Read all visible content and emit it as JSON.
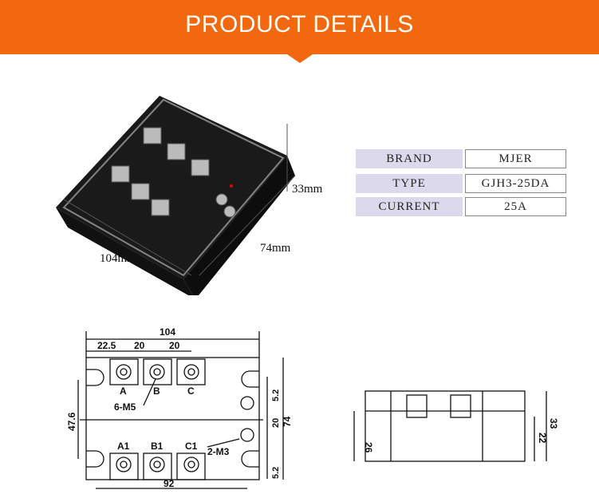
{
  "header": {
    "title": "PRODUCT  DETAILS"
  },
  "product": {
    "dimensions": {
      "height": "33mm",
      "depth": "74mm",
      "width": "104mm"
    }
  },
  "specs": [
    {
      "label": "BRAND",
      "value": "MJER"
    },
    {
      "label": "TYPE",
      "value": "GJH3-25DA"
    },
    {
      "label": "CURRENT",
      "value": "25A"
    }
  ],
  "top_drawing": {
    "overall_width": "104",
    "offset_a": "22.5",
    "pitch_ab": "20",
    "pitch_bc": "20",
    "terminals_top": [
      "A",
      "B",
      "C"
    ],
    "terminals_bottom": [
      "A1",
      "B1",
      "C1"
    ],
    "screw_main": "6-M5",
    "screw_control": "2-M3",
    "mount_spacing": "47.6",
    "edge_top": "5.2",
    "control_pitch": "20",
    "overall_height": "74",
    "edge_bottom": "5.2",
    "mount_width": "92"
  },
  "side_drawing": {
    "base_height": "26",
    "body_height": "22",
    "overall_height": "33"
  }
}
